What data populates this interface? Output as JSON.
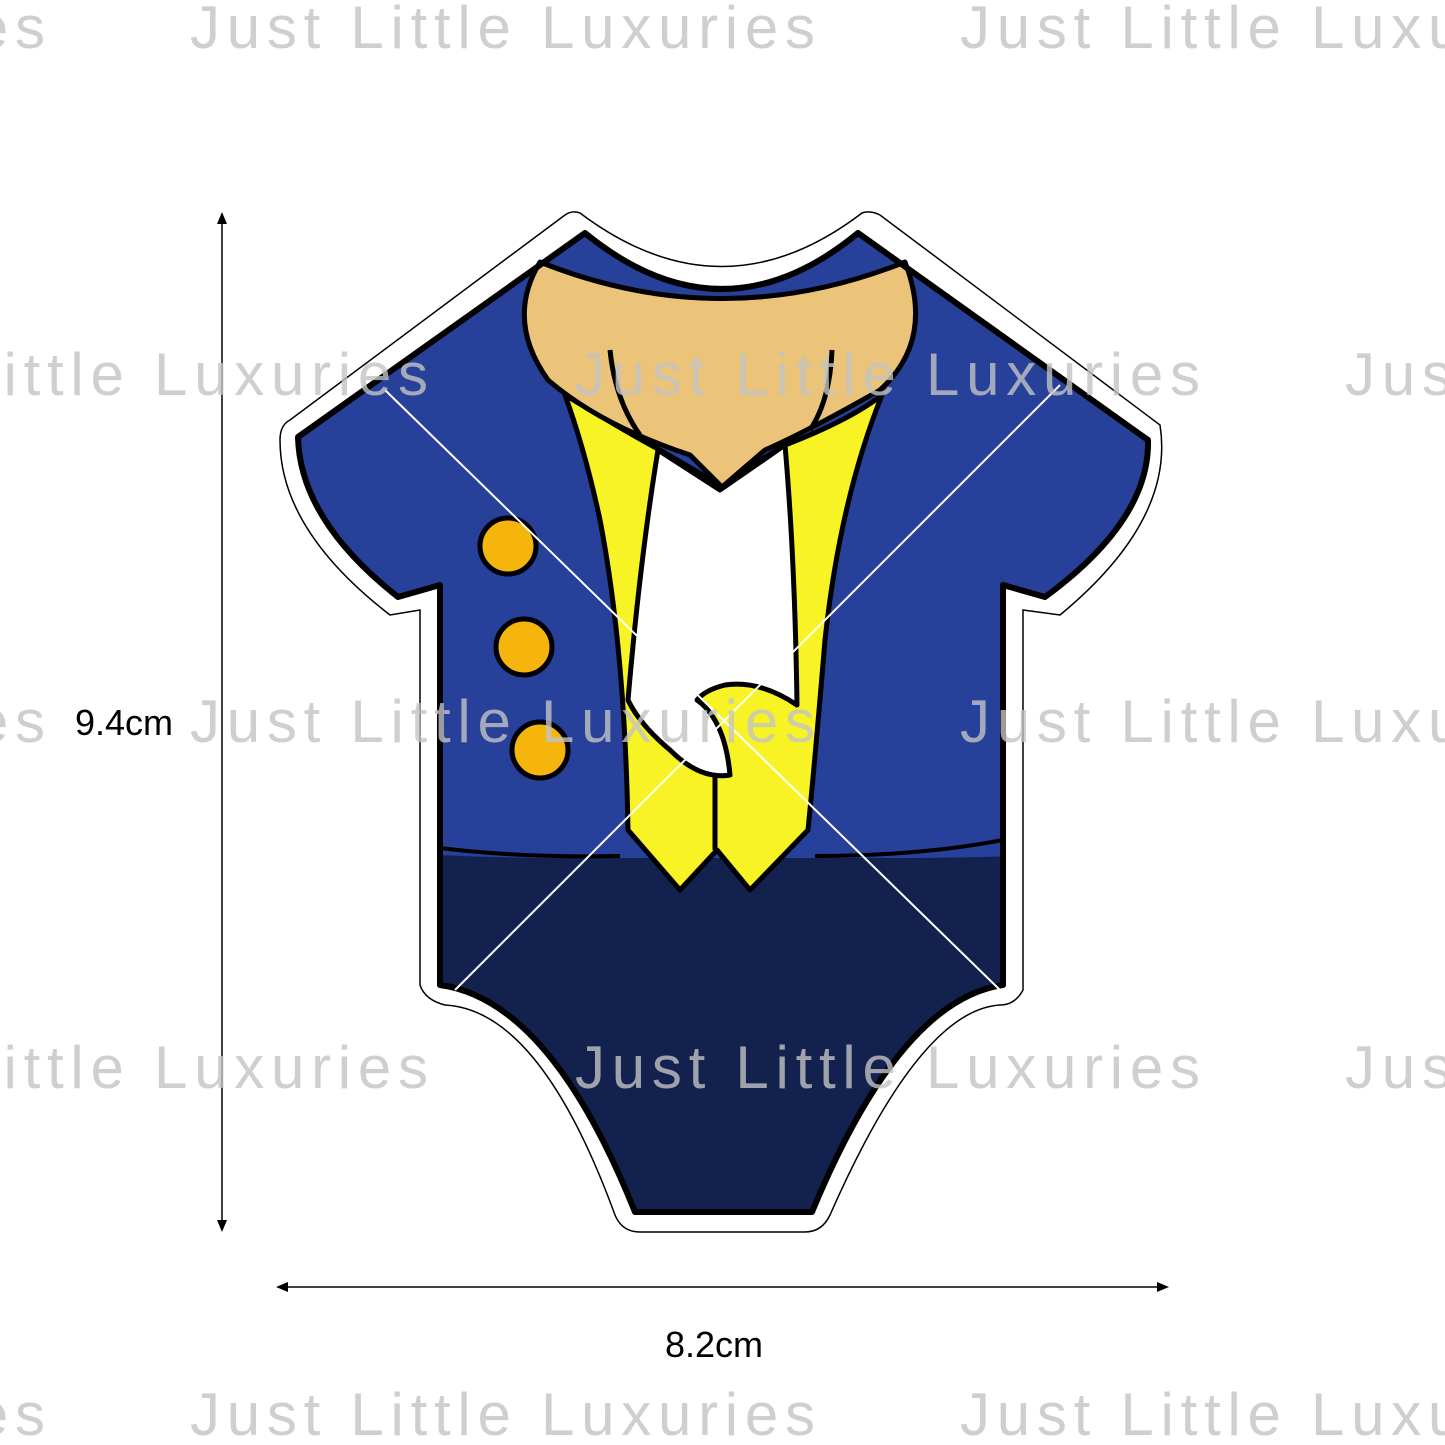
{
  "watermark": {
    "text": "Just Little Luxuries"
  },
  "dimensions": {
    "height_label": "9.4cm",
    "width_label": "8.2cm"
  },
  "colors": {
    "jacket": "#27409A",
    "pants": "#12214E",
    "skin": "#EBC47A",
    "vest": "#F7F325",
    "tie": "#FFFFFF",
    "buttons": "#F5B50D",
    "outline": "#000000"
  }
}
